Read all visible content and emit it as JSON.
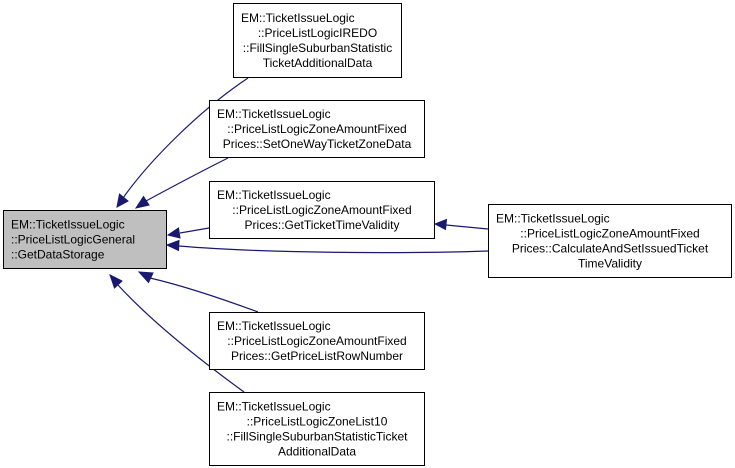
{
  "diagram": {
    "type": "caller-graph",
    "colors": {
      "edge": "#191970",
      "current_node_fill": "#bfbfbf",
      "node_fill": "#ffffff",
      "border": "#000000"
    },
    "nodes": [
      {
        "id": "main",
        "current": true,
        "lines": [
          "EM::TicketIssueLogic",
          "::PriceListLogicGeneral",
          "::GetDataStorage"
        ],
        "align": "left"
      },
      {
        "id": "n1",
        "current": false,
        "lines": [
          "EM::TicketIssueLogic",
          "::PriceListLogicIREDO",
          "::FillSingleSuburbanStatistic",
          "TicketAdditionalData"
        ],
        "align": "left-first"
      },
      {
        "id": "n2",
        "current": false,
        "lines": [
          "EM::TicketIssueLogic",
          "::PriceListLogicZoneAmountFixed",
          "Prices::SetOneWayTicketZoneData"
        ],
        "align": "left-first"
      },
      {
        "id": "n3",
        "current": false,
        "lines": [
          "EM::TicketIssueLogic",
          "::PriceListLogicZoneAmountFixed",
          "Prices::GetTicketTimeValidity"
        ],
        "align": "left-first"
      },
      {
        "id": "n4",
        "current": false,
        "lines": [
          "EM::TicketIssueLogic",
          "::PriceListLogicZoneAmountFixed",
          "Prices::CalculateAndSetIssuedTicket",
          "TimeValidity"
        ],
        "align": "left-first"
      },
      {
        "id": "n5",
        "current": false,
        "lines": [
          "EM::TicketIssueLogic",
          "::PriceListLogicZoneAmountFixed",
          "Prices::GetPriceListRowNumber"
        ],
        "align": "left-first"
      },
      {
        "id": "n6",
        "current": false,
        "lines": [
          "EM::TicketIssueLogic",
          "::PriceListLogicZoneList10",
          "::FillSingleSuburbanStatisticTicket",
          "AdditionalData"
        ],
        "align": "left-first"
      }
    ],
    "edges": [
      {
        "from": "n1",
        "to": "main"
      },
      {
        "from": "n2",
        "to": "main"
      },
      {
        "from": "n3",
        "to": "main"
      },
      {
        "from": "n4",
        "to": "main"
      },
      {
        "from": "n5",
        "to": "main"
      },
      {
        "from": "n6",
        "to": "main"
      },
      {
        "from": "n4",
        "to": "n3"
      }
    ]
  }
}
